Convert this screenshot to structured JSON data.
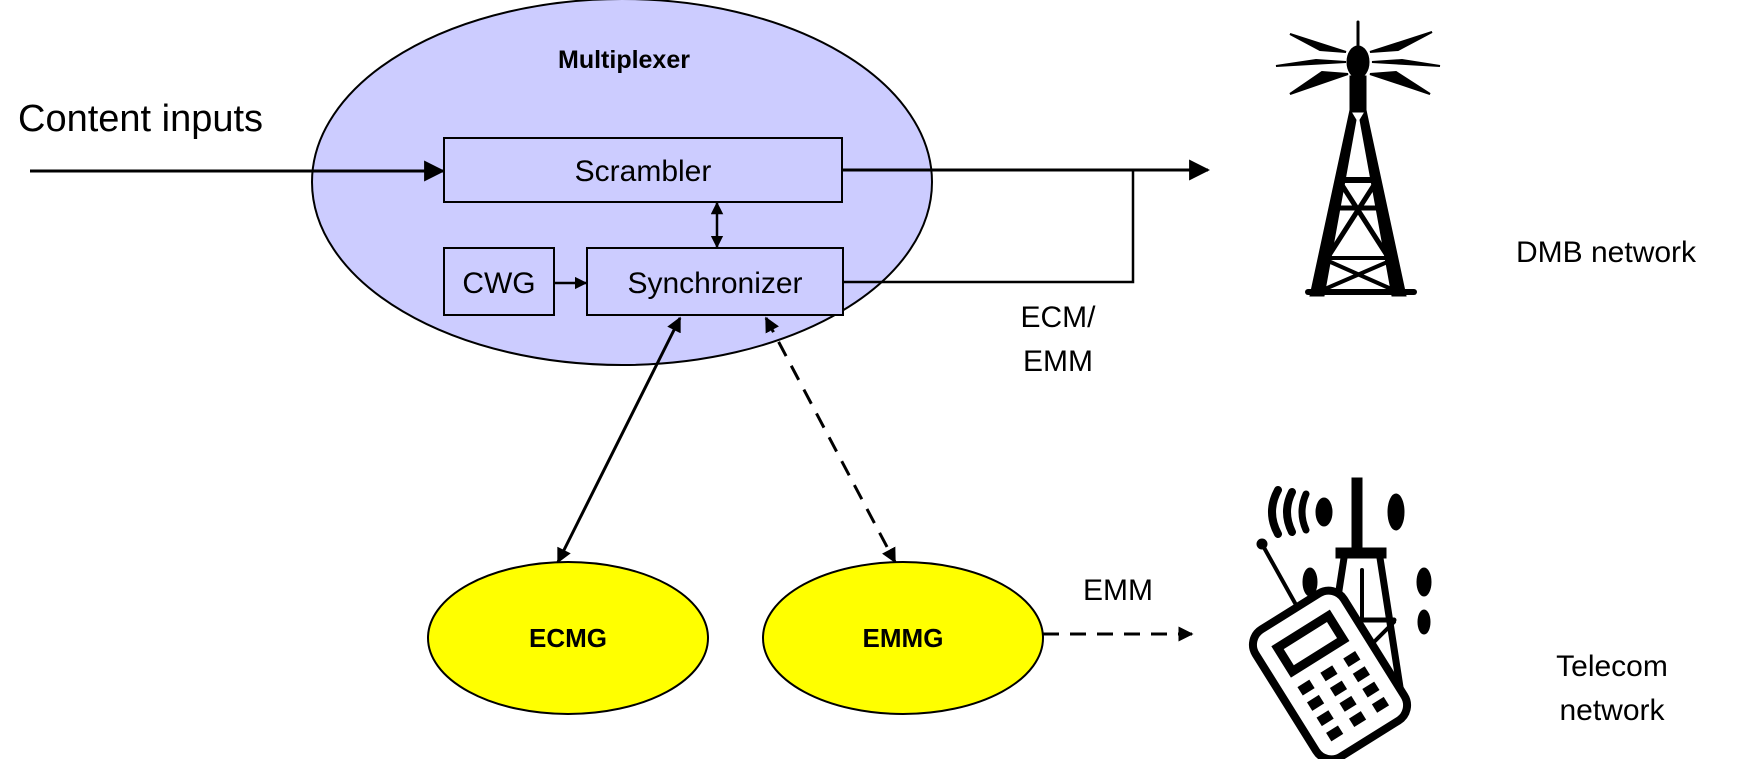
{
  "multiplexer": {
    "title": "Multiplexer"
  },
  "content_inputs": "Content inputs",
  "blocks": {
    "scrambler": "Scrambler",
    "cwg": "CWG",
    "synchronizer": "Synchronizer"
  },
  "generators": {
    "ecmg": "ECMG",
    "emmg": "EMMG"
  },
  "flow_labels": {
    "ecm_line1": "ECM/",
    "ecm_line2": "EMM",
    "emm": "EMM"
  },
  "networks": {
    "dmb": "DMB network",
    "telecom_line1": "Telecom",
    "telecom_line2": "network"
  },
  "colors": {
    "multiplexer_fill": "#ccccff",
    "generator_fill": "#ffff00",
    "stroke": "#000000"
  }
}
